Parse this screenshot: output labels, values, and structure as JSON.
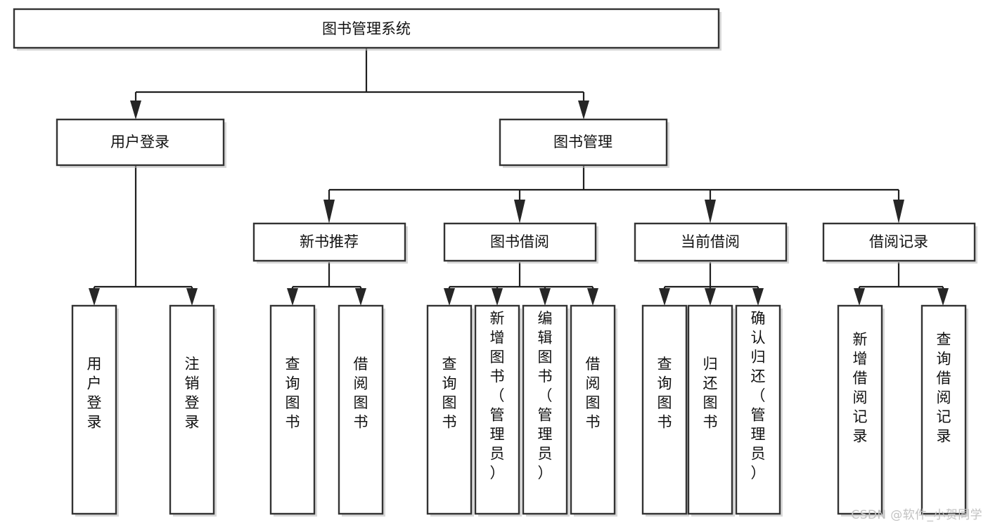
{
  "diagram": {
    "title": "图书管理系统",
    "type": "hierarchy-tree",
    "watermark": "CSDN @软件_小贺同学",
    "colors": {
      "background": "#ffffff",
      "box_stroke": "#333333",
      "box_fill": "#ffffff",
      "connector": "#1f1f1f",
      "text": "#111111",
      "watermark": "#c2c2c2"
    },
    "nodes": {
      "root": {
        "label": "图书管理系统",
        "level": 1,
        "orientation": "horizontal"
      },
      "level2": [
        {
          "label": "用户登录",
          "orientation": "horizontal"
        },
        {
          "label": "图书管理",
          "orientation": "horizontal"
        }
      ],
      "level3": [
        {
          "label": "新书推荐",
          "orientation": "horizontal"
        },
        {
          "label": "图书借阅",
          "orientation": "horizontal"
        },
        {
          "label": "当前借阅",
          "orientation": "horizontal"
        },
        {
          "label": "借阅记录",
          "orientation": "horizontal"
        }
      ],
      "leaves": {
        "user_login": [
          {
            "label": "用户登录",
            "orientation": "vertical"
          },
          {
            "label": "注销登录",
            "orientation": "vertical"
          }
        ],
        "new_book_recommend": [
          {
            "label": "查询图书",
            "orientation": "vertical"
          },
          {
            "label": "借阅图书",
            "orientation": "vertical"
          }
        ],
        "book_borrow": [
          {
            "label": "查询图书",
            "orientation": "vertical"
          },
          {
            "label": "新增图书（管理员）",
            "orientation": "vertical"
          },
          {
            "label": "编辑图书（管理员）",
            "orientation": "vertical"
          },
          {
            "label": "借阅图书",
            "orientation": "vertical"
          }
        ],
        "current_borrow": [
          {
            "label": "查询图书",
            "orientation": "vertical"
          },
          {
            "label": "归还图书",
            "orientation": "vertical"
          },
          {
            "label": "确认归还（管理员）",
            "orientation": "vertical"
          }
        ],
        "borrow_record": [
          {
            "label": "新增借阅记录",
            "orientation": "vertical"
          },
          {
            "label": "查询借阅记录",
            "orientation": "vertical"
          }
        ]
      }
    }
  }
}
